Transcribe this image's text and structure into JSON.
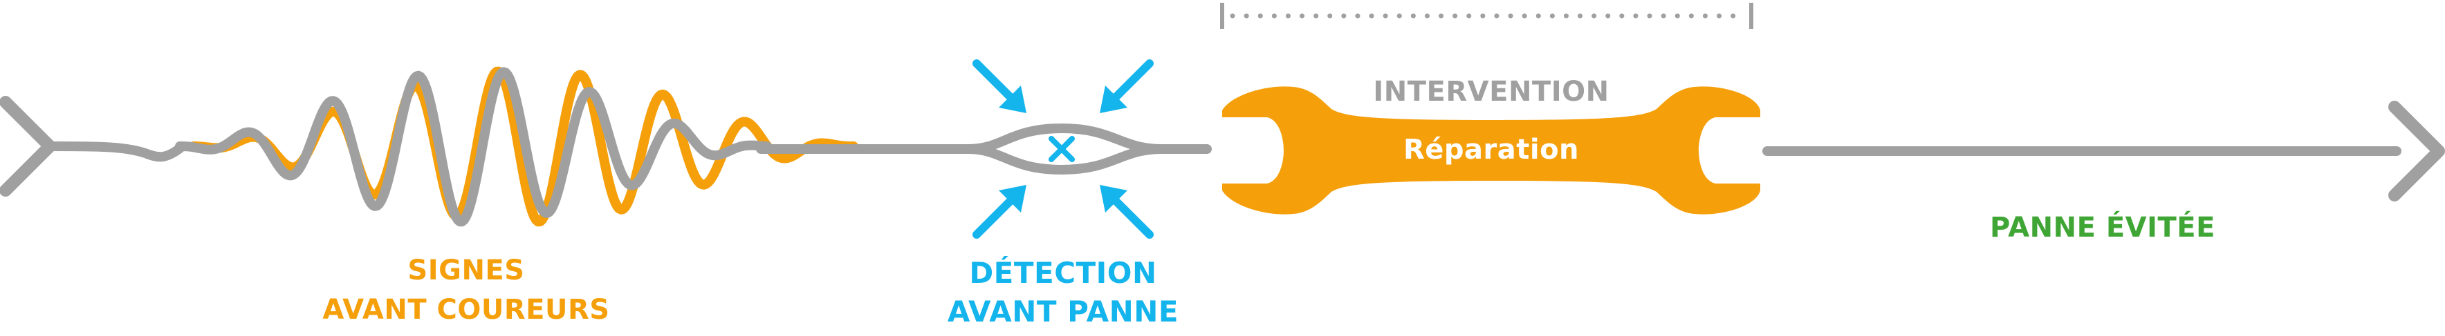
{
  "labels": {
    "signs_line1": "SIGNES",
    "signs_line2": "AVANT COUREURS",
    "detection_line1": "DÉTECTION",
    "detection_line2": "AVANT PANNE",
    "intervention": "INTERVENTION",
    "repair": "Réparation",
    "avoided": "PANNE ÉVITÉE"
  },
  "colors": {
    "gray": "#a0a0a0",
    "orange": "#f59f0b",
    "cyan": "#14b4ec",
    "green": "#3fa535",
    "white": "#ffffff"
  },
  "icons": {
    "start": "left-chevron-icon",
    "detection": "pinch-arrows-icon",
    "tool": "wrench-icon",
    "end": "arrow-right-icon"
  }
}
